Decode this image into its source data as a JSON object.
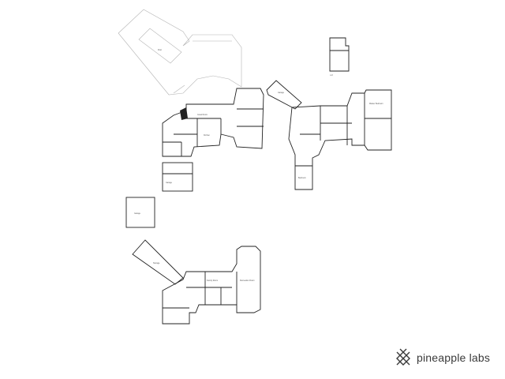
{
  "brand": {
    "name": "pineapple labs"
  },
  "labels": {
    "pool": "Pool",
    "garage_upper": "Garage",
    "garage_lower": "Garage",
    "detached_garage": "Garage",
    "great_room": "Great Room",
    "kitchen": "Kitchen",
    "master_bedroom": "Master Bedroom",
    "bedroom": "Bedroom",
    "loft": "Loft",
    "recreation_room": "Recreation Room",
    "family_room": "Family Room",
    "storage": "Storage"
  }
}
